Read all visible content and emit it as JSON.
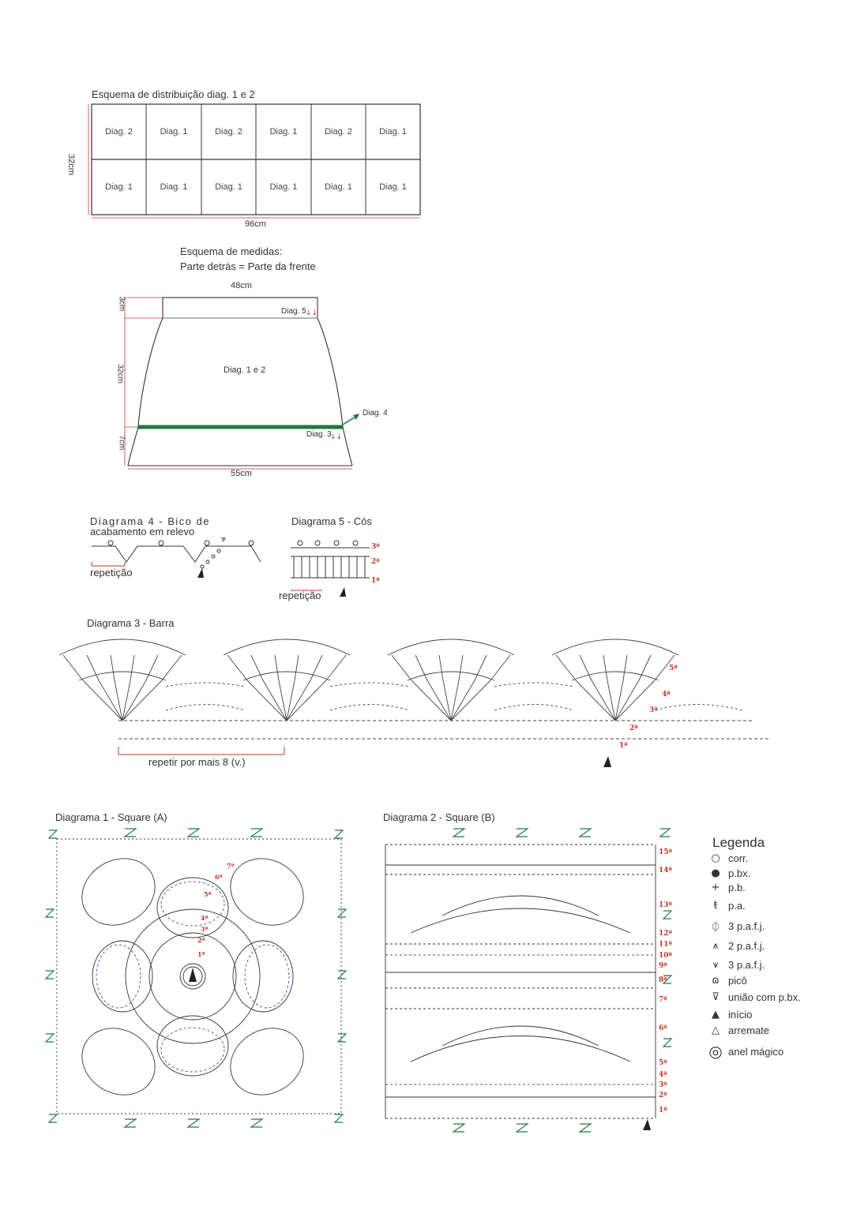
{
  "distribution": {
    "title": "Esquema de distribuição diag. 1 e 2",
    "height_label": "32cm",
    "width_label": "96cm",
    "row1": [
      "Diag. 2",
      "Diag. 1",
      "Diag. 2",
      "Diag. 1",
      "Diag. 2",
      "Diag. 1"
    ],
    "row2": [
      "Diag. 1",
      "Diag. 1",
      "Diag. 1",
      "Diag. 1",
      "Diag. 1",
      "Diag. 1"
    ]
  },
  "measures": {
    "title_line1": "Esquema de medidas:",
    "title_line2": "Parte detrás = Parte da frente",
    "top_width": "48cm",
    "bottom_width": "55cm",
    "h_waist": "3cm",
    "h_body": "32cm",
    "h_hem": "7cm",
    "label_diag5": "Diag. 5",
    "label_body": "Diag. 1 e 2",
    "label_diag4": "Diag. 4",
    "label_diag3": "Diag. 3",
    "colors": {
      "green": "#1e7a3c",
      "red": "#c0392b"
    }
  },
  "diagram4": {
    "title_line1": "Diagrama 4 - Bico de",
    "title_line2": "acabamento em relevo",
    "repeat_label": "repetição"
  },
  "diagram5": {
    "title": "Diagrama 5 - Cós",
    "repeat_label": "repetição",
    "rows": [
      "3ª",
      "2ª",
      "1ª"
    ]
  },
  "diagram3": {
    "title": "Diagrama 3 - Barra",
    "repeat_label": "repetir por mais 8 (v.)",
    "rows": [
      "5ª",
      "4ª",
      "3ª",
      "2ª",
      "1ª"
    ]
  },
  "diagram1": {
    "title": "Diagrama 1 - Square (A)",
    "rows": [
      "7ª",
      "6ª",
      "5ª",
      "4ª",
      "3ª",
      "2ª",
      "1ª"
    ]
  },
  "diagram2": {
    "title": "Diagrama 2 - Square (B)",
    "rows": [
      "15ª",
      "14ª",
      "13ª",
      "12ª",
      "11ª",
      "10ª",
      "9ª",
      "8ª",
      "7ª",
      "6ª",
      "5ª",
      "4ª",
      "3ª",
      "2ª",
      "1ª"
    ]
  },
  "legend": {
    "title": "Legenda",
    "items": [
      {
        "icon": "chain-stitch-icon",
        "glyph": "○",
        "label": "corr."
      },
      {
        "icon": "slip-stitch-icon",
        "glyph": "●",
        "label": "p.bx."
      },
      {
        "icon": "single-crochet-icon",
        "glyph": "+",
        "label": "p.b."
      },
      {
        "icon": "double-crochet-icon",
        "glyph": "ŧ",
        "label": "p.a."
      },
      {
        "icon": "puff-3-icon",
        "glyph": "⏀",
        "label": "3 p.a.f.j."
      },
      {
        "icon": "cluster-2-icon",
        "glyph": "⩚",
        "label": "2 p.a.f.j."
      },
      {
        "icon": "cluster-3-icon",
        "glyph": "⩛",
        "label": "3 p.a.f.j."
      },
      {
        "icon": "picot-icon",
        "glyph": "ɷ",
        "label": "picô"
      },
      {
        "icon": "join-slip-icon",
        "glyph": "⊽",
        "label": "união com p.bx."
      },
      {
        "icon": "start-arrow-icon",
        "glyph": "▲",
        "label": "início"
      },
      {
        "icon": "finish-arrow-icon",
        "glyph": "△",
        "label": "arremate"
      },
      {
        "icon": "magic-ring-icon",
        "glyph": "◎",
        "label": "anel mágico"
      }
    ]
  }
}
